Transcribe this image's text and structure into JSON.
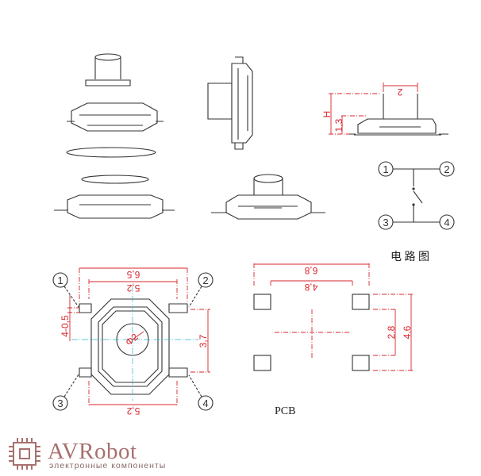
{
  "top_view": {
    "dims": {
      "overall_width": "6,5",
      "body_width_top": "5,2",
      "body_width_bottom": "5,2",
      "pin_width": "4-0,5",
      "pin_pitch": "3,7",
      "actuator_diameter": "Φ2"
    },
    "pins": [
      "1",
      "2",
      "3",
      "4"
    ]
  },
  "side_view": {
    "dims": {
      "actuator_width": "2",
      "height": "H",
      "body_height": "1,3"
    }
  },
  "circuit": {
    "title": "电 路 图",
    "pins": [
      "1",
      "2",
      "3",
      "4"
    ]
  },
  "pcb": {
    "label": "PCB",
    "dims": {
      "outer_width": "6,8",
      "inner_width": "4,8",
      "inner_height": "2,8",
      "outer_height": "4,6"
    }
  },
  "brand": {
    "name": "AVRobot",
    "tagline": "электронные компоненты",
    "color": "#a8706e"
  }
}
